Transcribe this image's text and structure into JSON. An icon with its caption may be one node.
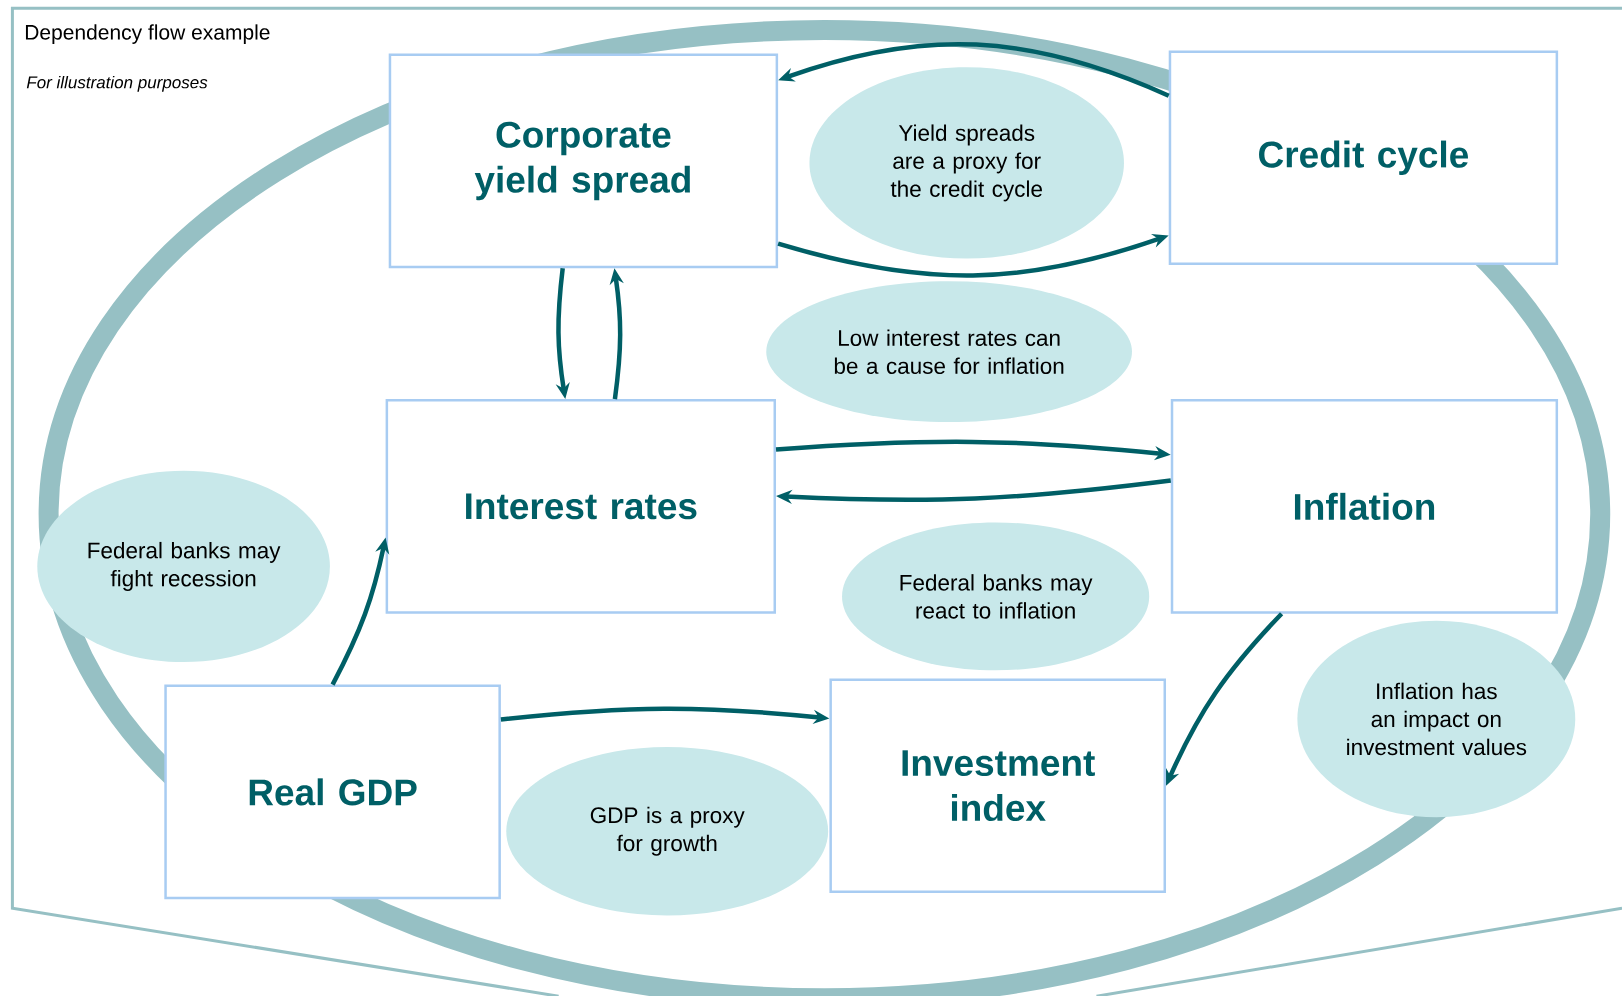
{
  "diagram": {
    "title": "Dependency flow example",
    "nodes": [
      {
        "text": [
          "Corporate yield spread"
        ]
      },
      {
        "text": [
          "Credit cycle"
        ]
      },
      {
        "text": [
          "Interest rates"
        ]
      },
      {
        "text": [
          "Inflation"
        ]
      },
      {
        "text": [
          "Real GDP"
        ]
      },
      {
        "text": [
          "Investment index"
        ]
      },
      {
        "text": [
          "Yield spreads are a proxy for the credit cycle"
        ]
      },
      {
        "text": [
          "Low interest rates can be a cause for inflation"
        ]
      },
      {
        "text": [
          "Federal banks may react to inflation"
        ]
      },
      {
        "text": [
          "Federal banks may fight recession"
        ]
      },
      {
        "text": [
          "GDP is a proxy for growth"
        ]
      },
      {
        "text": [
          "Inflation has an impact on investment values"
        ]
      }
    ],
    "edges": [
      {
        "from": 1,
        "to": 0,
        "arrow": "to"
      },
      {
        "from": 0,
        "to": 1,
        "arrow": "to"
      },
      {
        "from": 0,
        "to": 2,
        "arrow": "to"
      },
      {
        "from": 2,
        "to": 0,
        "arrow": "to"
      },
      {
        "from": 2,
        "to": 3,
        "arrow": "to"
      },
      {
        "from": 3,
        "to": 2,
        "arrow": "to"
      },
      {
        "from": 4,
        "to": 2,
        "arrow": "to"
      },
      {
        "from": 4,
        "to": 5,
        "arrow": "to"
      },
      {
        "from": 3,
        "to": 5,
        "arrow": "to"
      }
    ],
    "labels": [
      "For illustration purposes"
    ]
  }
}
